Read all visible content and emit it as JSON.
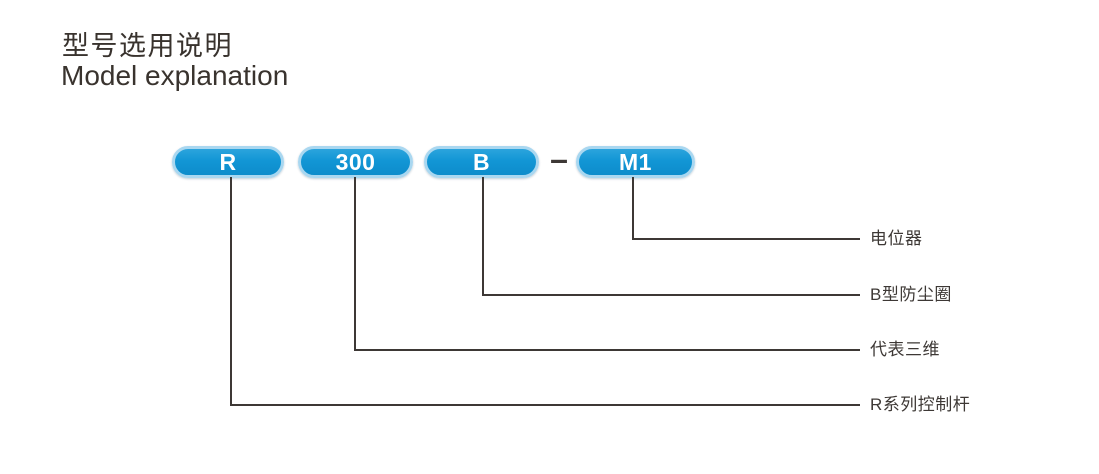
{
  "header": {
    "title_zh": "型号选用说明",
    "title_en": "Model explanation"
  },
  "diagram": {
    "separator": "–",
    "segments": [
      {
        "code": "R",
        "meaning": "R系列控制杆"
      },
      {
        "code": "300",
        "meaning": "代表三维"
      },
      {
        "code": "B",
        "meaning": "B型防尘圈"
      },
      {
        "code": "M1",
        "meaning": "电位器"
      }
    ]
  },
  "colors": {
    "pill_fill": "#1296d5",
    "pill_ring": "#a9d7f0",
    "pill_text": "#ffffff",
    "line": "#3d3835",
    "text": "#39332e",
    "background": "#ffffff"
  }
}
